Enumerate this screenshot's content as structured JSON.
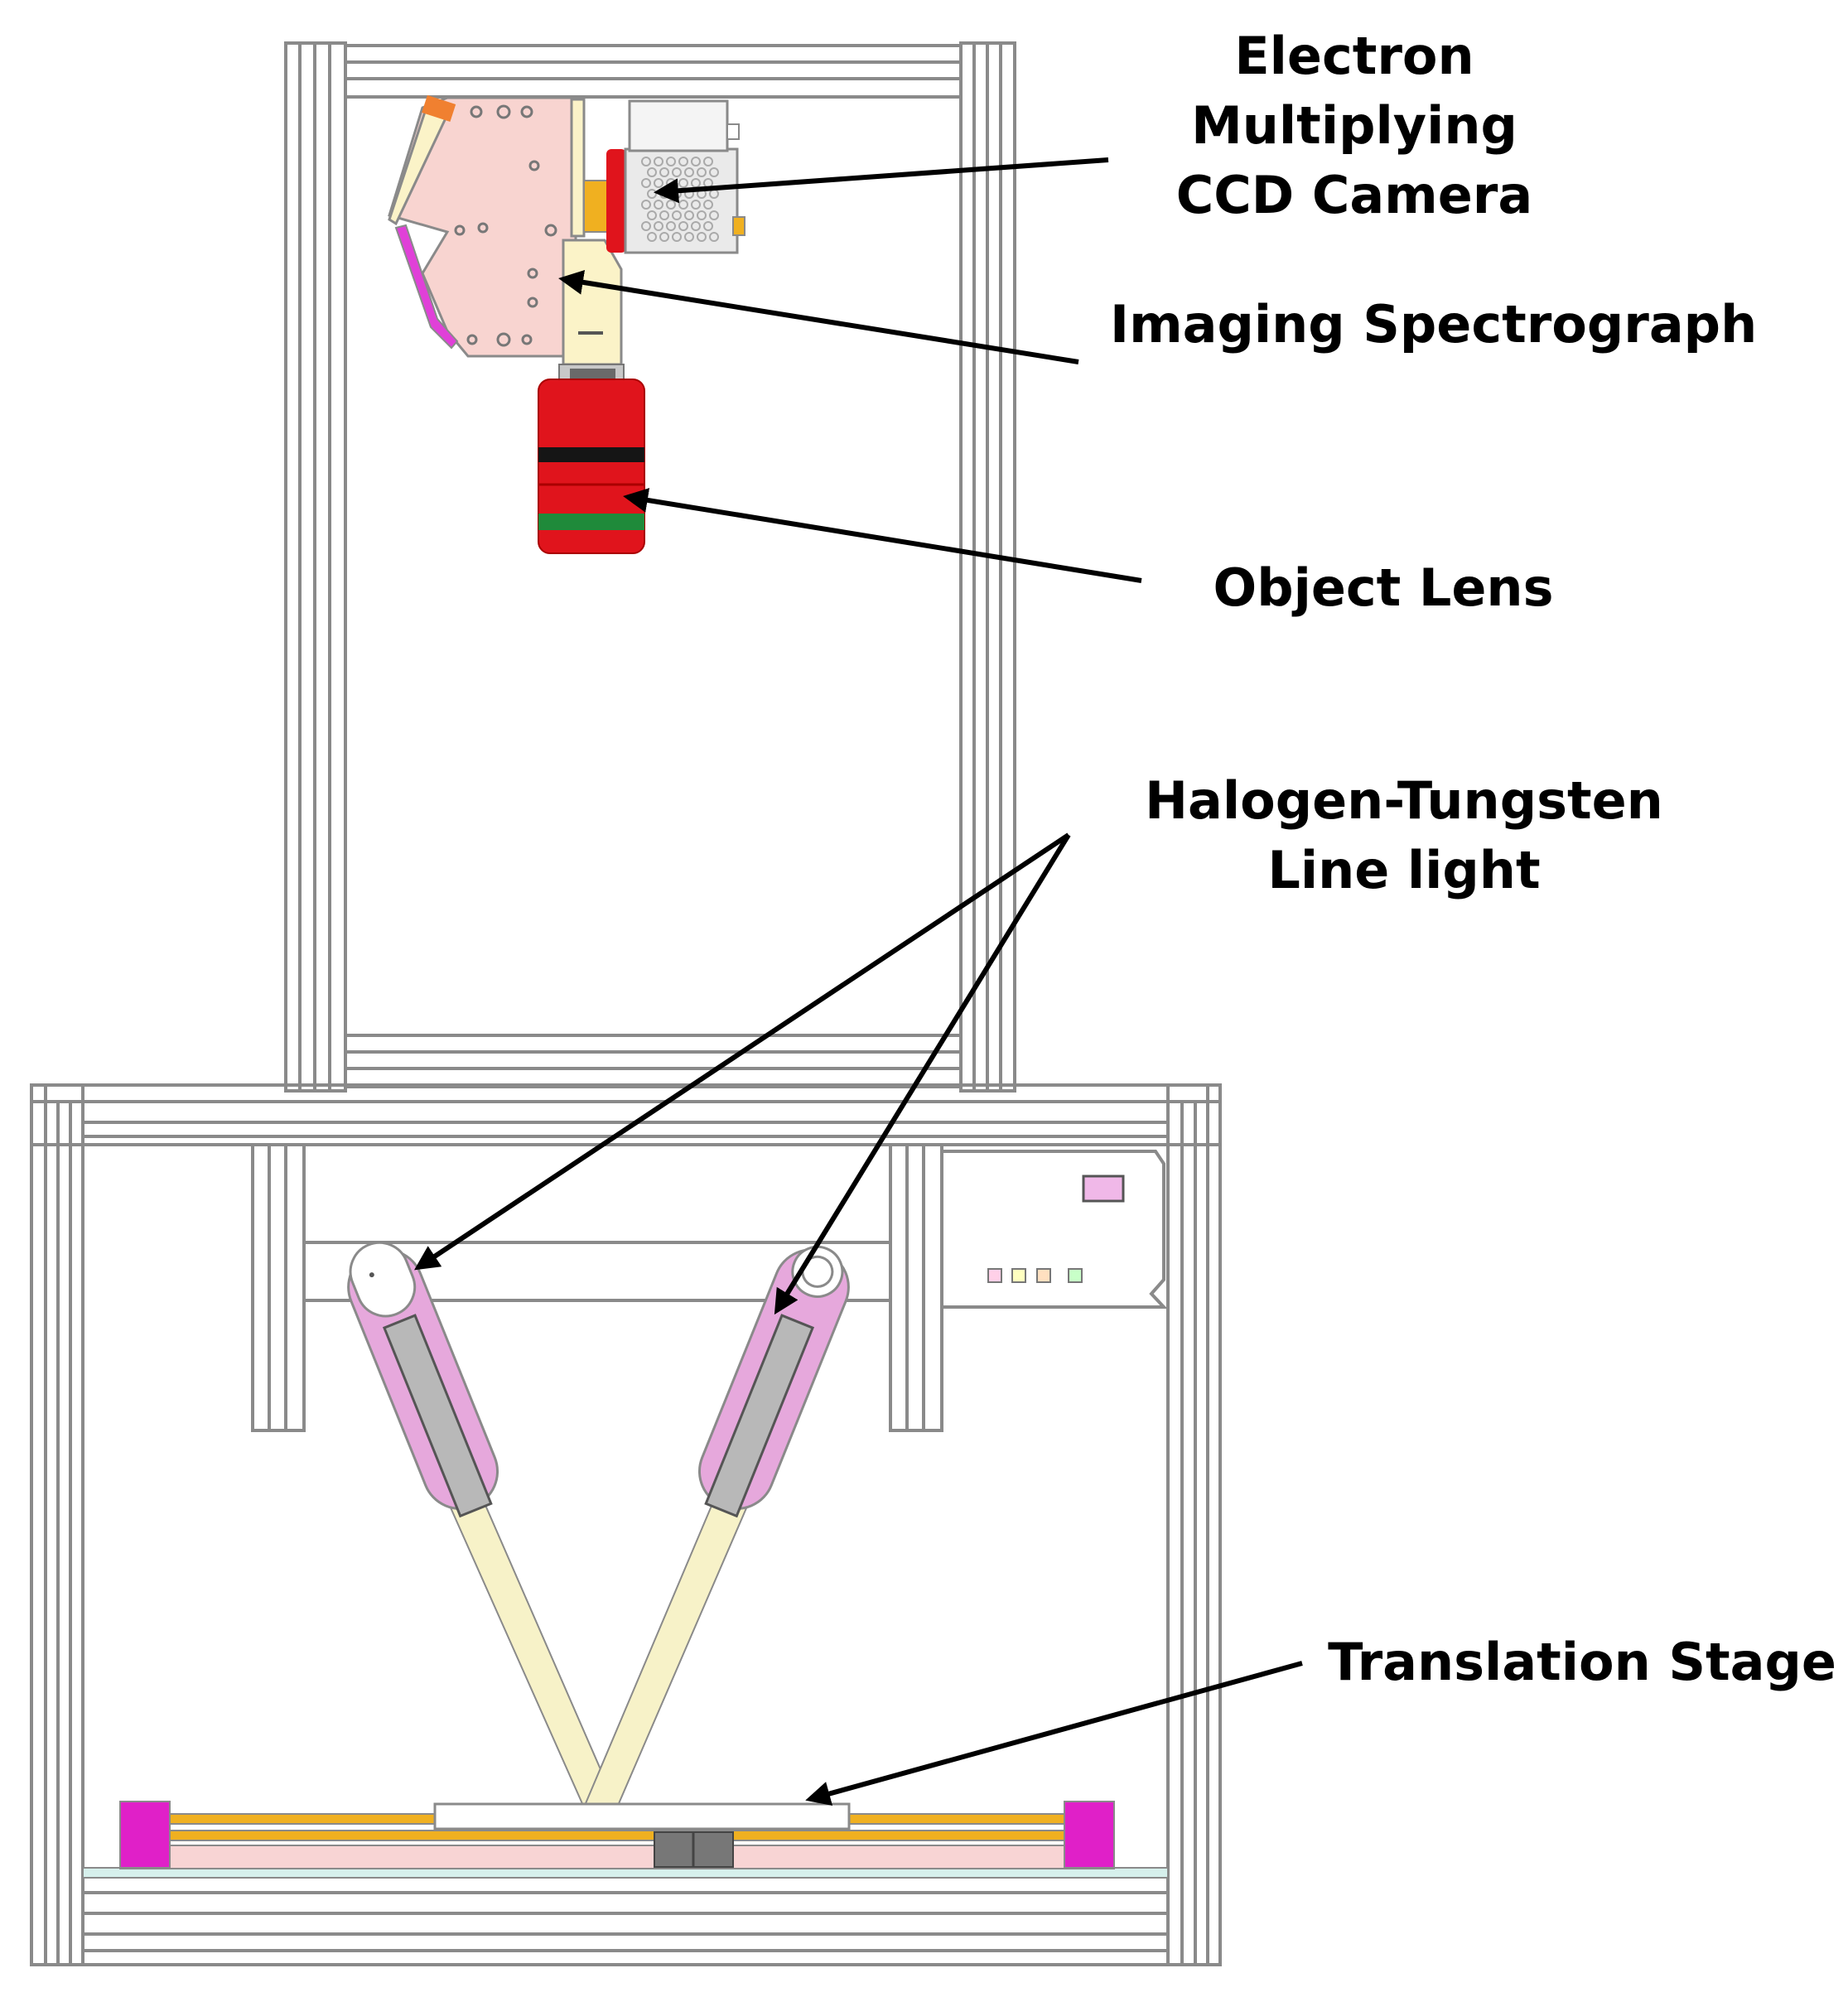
{
  "labels": {
    "emccd": [
      "Electron",
      "Multiplying",
      "CCD Camera"
    ],
    "spectrograph": "Imaging Spectrograph",
    "lens": "Object Lens",
    "light": [
      "Halogen-Tungsten",
      "Line light"
    ],
    "stage": "Translation Stage"
  },
  "colors": {
    "frame": "#8a8a8a",
    "spectrograph_body": "#f8d4d0",
    "lens_red": "#e0141c",
    "lens_green": "#1f8a3a",
    "lamp_pink": "#e6a8dc",
    "lamp_gray": "#b8b8b8",
    "beam": "#f7f2c8",
    "rail_orange": "#f0b020",
    "end_block_magenta": "#e020c8",
    "stage_base": "#f8d4d4",
    "arrow": "#000000"
  }
}
